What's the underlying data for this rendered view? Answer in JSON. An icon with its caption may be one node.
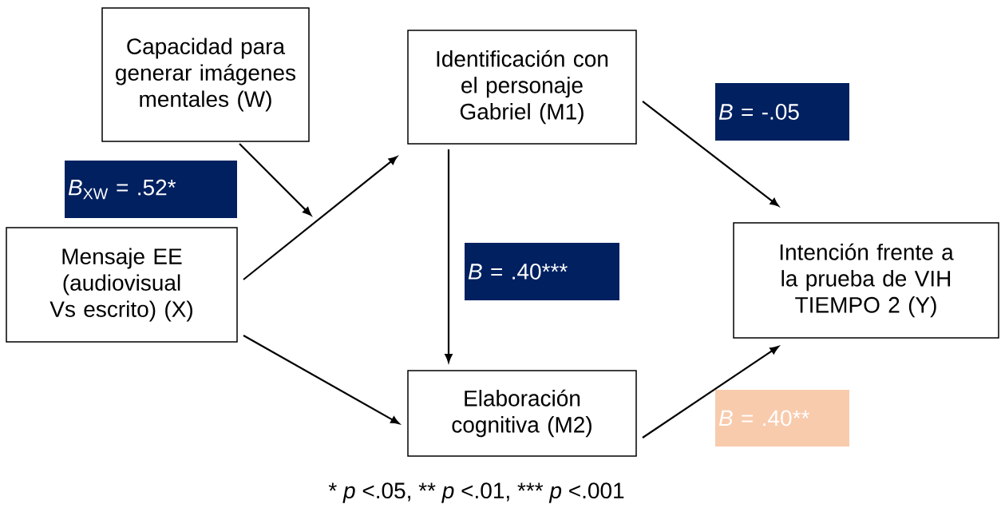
{
  "diagram": {
    "nodes": [
      {
        "text": [
          "Capacidad para generar imágenes mentales (W)"
        ]
      },
      {
        "text": [
          "Identificación con el personaje Gabriel (M1)"
        ]
      },
      {
        "text": [
          "*B* = -.05"
        ]
      },
      {
        "text": [
          "*B*$_{XW}$ = .52*"
        ]
      },
      {
        "text": [
          "Mensaje EE (audiovisual Vs escrito) (X)"
        ]
      },
      {
        "text": [
          "*B* = .40***"
        ]
      },
      {
        "text": [
          "Intención frente a la prueba de VIH TIEMPO 2 (Y)"
        ]
      },
      {
        "text": [
          "Elaboración cognitiva (M2)"
        ]
      },
      {
        "text": [
          "*B* = .40**"
        ]
      }
    ],
    "edges": [
      {
        "from": 0,
        "to": null,
        "arrow": "to"
      },
      {
        "from": 4,
        "to": 1,
        "arrow": "to"
      },
      {
        "from": 4,
        "to": 7,
        "arrow": "to"
      },
      {
        "from": 1,
        "to": 7,
        "arrow": "to"
      },
      {
        "from": 1,
        "to": 6,
        "arrow": "to"
      },
      {
        "from": 7,
        "to": 6,
        "arrow": "to"
      }
    ],
    "labels": [
      "* *p* <.05, ** *p* <.01, *** *p* <.001"
    ]
  }
}
